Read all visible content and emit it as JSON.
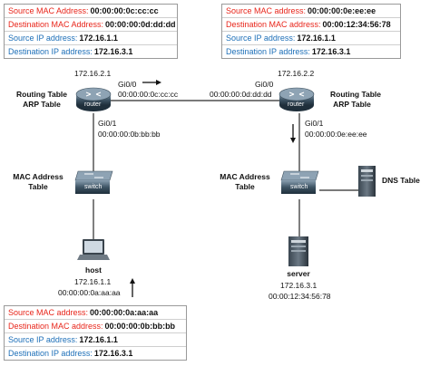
{
  "top_left_box": {
    "src_mac_label": "Source MAC Address:",
    "src_mac": "00:00:00:0c:cc:cc",
    "dst_mac_label": "Destination MAC Address:",
    "dst_mac": "00:00:00:0d:dd:dd",
    "src_ip_label": "Source IP address:",
    "src_ip": "172.16.1.1",
    "dst_ip_label": "Destination IP address:",
    "dst_ip": "172.16.3.1"
  },
  "top_right_box": {
    "src_mac_label": "Source MAC address:",
    "src_mac": "00:00:00:0e:ee:ee",
    "dst_mac_label": "Destination MAC address:",
    "dst_mac": "00:00:12:34:56:78",
    "src_ip_label": "Source IP address:",
    "src_ip": "172.16.1.1",
    "dst_ip_label": "Destination IP address:",
    "dst_ip": "172.16.3.1"
  },
  "bottom_box": {
    "src_mac_label": "Source MAC address:",
    "src_mac": "00:00:00:0a:aa:aa",
    "dst_mac_label": "Destination MAC address:",
    "dst_mac": "00:00:00:0b:bb:bb",
    "src_ip_label": "Source IP address:",
    "src_ip": "172.16.1.1",
    "dst_ip_label": "Destination IP address:",
    "dst_ip": "172.16.3.1"
  },
  "router_left": {
    "ip": "172.16.2.1",
    "label_line1": "Routing Table",
    "label_line2": "ARP Table",
    "icon_text": "router",
    "gi00_label": "Gi0/0",
    "gi00_mac": "00:00:00:0c:cc:cc",
    "gi01_label": "Gi0/1",
    "gi01_mac": "00:00:00:0b:bb:bb"
  },
  "router_right": {
    "ip": "172.16.2.2",
    "label_line1": "Routing Table",
    "label_line2": "ARP Table",
    "icon_text": "router",
    "gi00_label": "Gi0/0",
    "gi00_mac": "00:00:00:0d:dd:dd",
    "gi01_label": "Gi0/1",
    "gi01_mac": "00:00:00:0e:ee:ee"
  },
  "switch_left": {
    "label_line1": "MAC Address",
    "label_line2": "Table",
    "icon_text": "switch"
  },
  "switch_right": {
    "label_line1": "MAC Address",
    "label_line2": "Table",
    "icon_text": "switch"
  },
  "host": {
    "name": "host",
    "ip": "172.16.1.1",
    "mac": "00:00:00:0a:aa:aa"
  },
  "server": {
    "name": "server",
    "ip": "172.16.3.1",
    "mac": "00:00:12:34:56:78"
  },
  "dns": {
    "label": "DNS Table"
  },
  "colors": {
    "red_label": "#e8251a",
    "blue_label": "#1d6fb8",
    "device_dark": "#2b3f4e",
    "device_mid": "#6f8596",
    "link": "#2a2a2a"
  }
}
